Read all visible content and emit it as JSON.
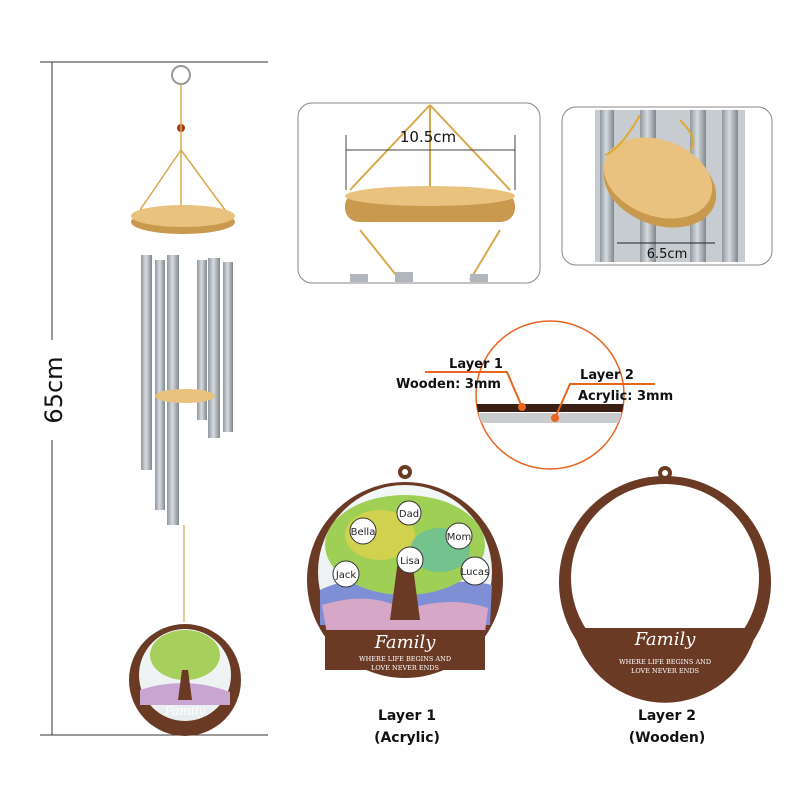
{
  "dimensions": {
    "height": "65cm",
    "top_width": "10.5cm",
    "bottom_width": "6.5cm"
  },
  "layers_callout": {
    "layer1_title": "Layer 1",
    "layer1_spec": "Wooden: 3mm",
    "layer2_title": "Layer 2",
    "layer2_spec": "Acrylic: 3mm"
  },
  "ornament": {
    "names": [
      "Dad",
      "Bella",
      "Mom",
      "Lisa",
      "Jack",
      "Lucas"
    ],
    "title": "Family",
    "tagline_line1": "WHERE LIFE BEGINS AND",
    "tagline_line2": "LOVE NEVER ENDS"
  },
  "captions": {
    "left_title": "Layer 1",
    "left_sub": "(Acrylic)",
    "right_title": "Layer 2",
    "right_sub": "(Wooden)"
  },
  "colors": {
    "accent": "#e8641f",
    "wood": "#6b3a25",
    "pine": "#dcb66a",
    "metal": "#a9b0b6"
  }
}
